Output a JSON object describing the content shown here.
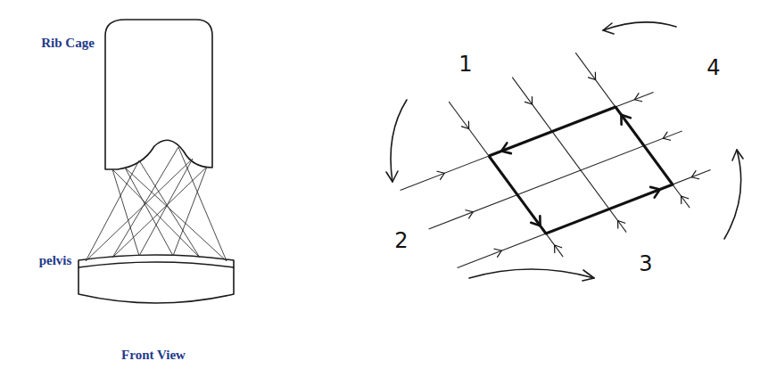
{
  "diagram": {
    "labels": [
      "Rib Cage",
      "pelvis",
      "Front View",
      "1",
      "2",
      "3",
      "4"
    ]
  }
}
